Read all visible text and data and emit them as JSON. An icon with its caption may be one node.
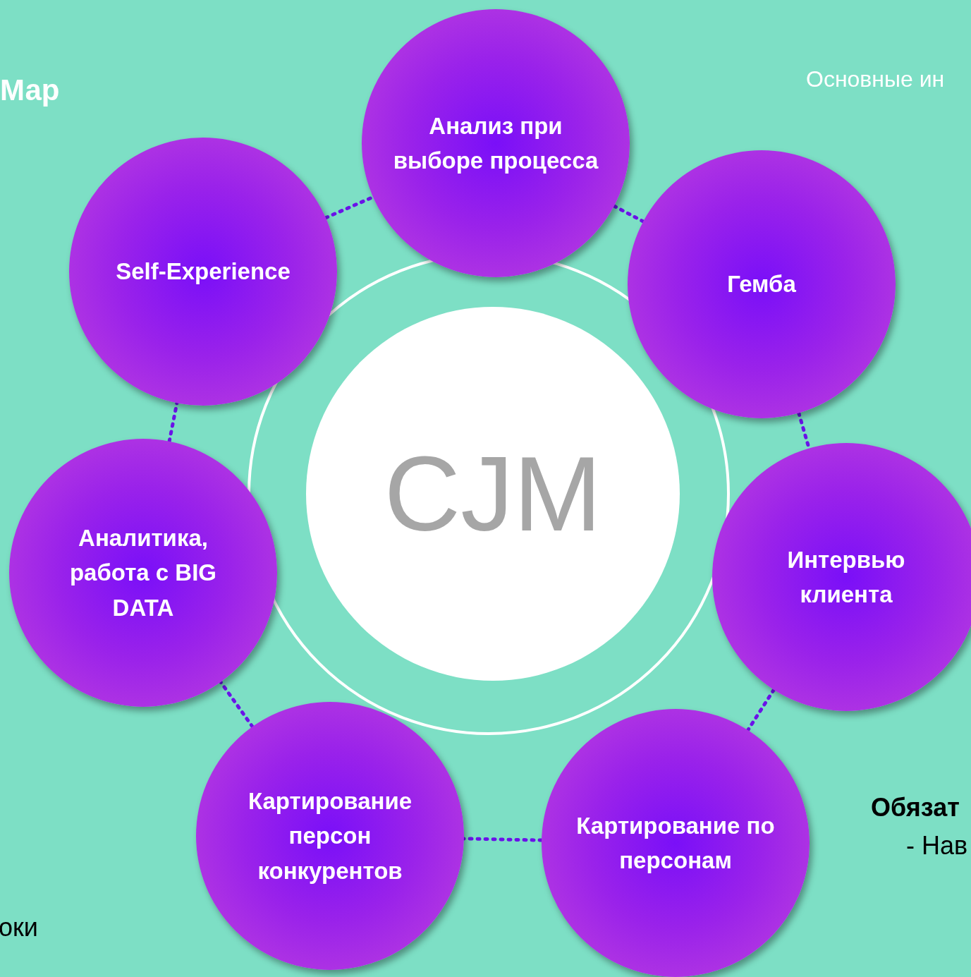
{
  "diagram": {
    "nodes": [
      {
        "text": [
          "CJM"
        ]
      },
      {
        "text": [
          "Анализ при выборе процесса"
        ]
      },
      {
        "text": [
          "Гемба"
        ]
      },
      {
        "text": [
          "Интервью клиента"
        ]
      },
      {
        "text": [
          "Картирование по персонам"
        ]
      },
      {
        "text": [
          "Картирование персон конкурентов"
        ]
      },
      {
        "text": [
          "Аналитика, работа с BIG DATA"
        ]
      },
      {
        "text": [
          "Self-Experience"
        ]
      }
    ],
    "edges": [
      {
        "from": 1,
        "to": 2,
        "arrow": "none",
        "style": "dashed"
      },
      {
        "from": 2,
        "to": 3,
        "arrow": "none",
        "style": "dashed"
      },
      {
        "from": 3,
        "to": 4,
        "arrow": "none",
        "style": "dashed"
      },
      {
        "from": 4,
        "to": 5,
        "arrow": "none",
        "style": "dashed"
      },
      {
        "from": 5,
        "to": 6,
        "arrow": "none",
        "style": "dashed"
      },
      {
        "from": 6,
        "to": 7,
        "arrow": "none",
        "style": "dashed"
      },
      {
        "from": 7,
        "to": 1,
        "arrow": "none",
        "style": "dashed"
      }
    ],
    "labels": [
      "Мар",
      "Основные ин",
      "Обязат",
      "- Нав",
      "оки"
    ]
  }
}
